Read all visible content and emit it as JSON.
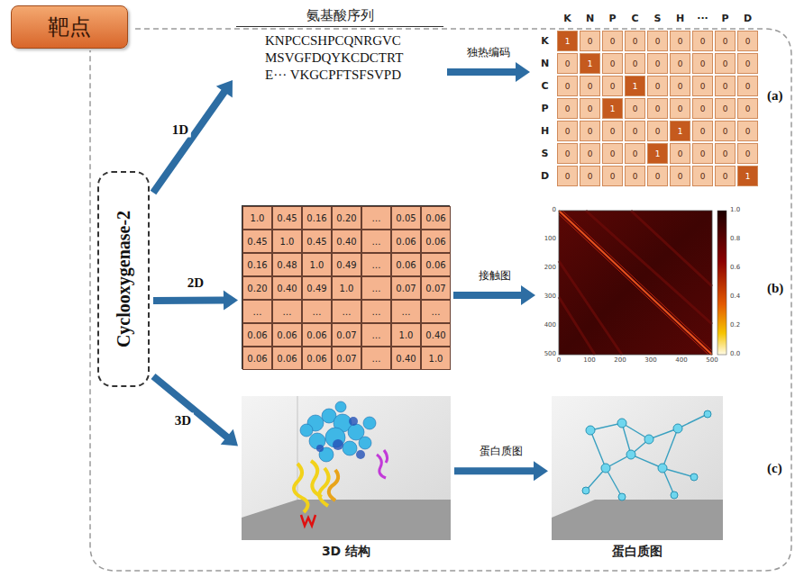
{
  "diagram": {
    "nodes": [
      {
        "text": [
          "靶点"
        ]
      },
      {
        "text": [
          "Cyclooxygenase-2"
        ]
      },
      {
        "text": [
          "氨基酸序列",
          "KNPCCSHPCQNRGVC MSVGFDQYKCDCTRT E··· VKGCPFTSFSVPD"
        ]
      },
      {
        "text": [
          "K",
          "N",
          "P",
          "C",
          "S",
          "H",
          "···",
          "P",
          "D",
          "K",
          "N",
          "C",
          "P",
          "H",
          "S",
          "D",
          "1",
          "0",
          "0",
          "0",
          "0",
          "0",
          "0",
          "0",
          "0",
          "0",
          "1",
          "0",
          "0",
          "0",
          "0",
          "0",
          "0",
          "0",
          "0",
          "0",
          "0",
          "1",
          "0",
          "0",
          "0",
          "0",
          "0",
          "0",
          "0",
          "1",
          "0",
          "0",
          "0",
          "0",
          "0",
          "0",
          "0",
          "0",
          "0",
          "0",
          "0",
          "1",
          "0",
          "0",
          "0",
          "0",
          "0",
          "0",
          "0",
          "1",
          "0",
          "0",
          "0",
          "0",
          "0",
          "0",
          "0",
          "0",
          "0",
          "0",
          "0",
          "0",
          "1"
        ]
      },
      {
        "text": [
          "1.0",
          "0.45",
          "0.16",
          "0.20",
          "…",
          "0.05",
          "0.06",
          "0.45",
          "1.0",
          "0.45",
          "0.40",
          "…",
          "0.06",
          "0.06",
          "0.16",
          "0.48",
          "1.0",
          "0.49",
          "…",
          "0.06",
          "0.06",
          "0.20",
          "0.40",
          "0.49",
          "1.0",
          "…",
          "0.07",
          "0.07",
          "…",
          "…",
          "…",
          "…",
          "…",
          "…",
          "…",
          "0.06",
          "0.06",
          "0.06",
          "0.07",
          "…",
          "1.0",
          "0.40",
          "0.06",
          "0.06",
          "0.06",
          "0.07",
          "…",
          "0.40",
          "1.0"
        ]
      },
      {
        "text": [
          "0",
          "100",
          "200",
          "300",
          "400",
          "500",
          "0",
          "100",
          "200",
          "300",
          "400",
          "500",
          "1.0",
          "0.8",
          "0.6",
          "0.4",
          "0.2",
          "0.0"
        ]
      },
      {
        "text": [
          "3D 结构"
        ]
      },
      {
        "text": [
          "蛋白质图"
        ]
      }
    ],
    "edges": [
      {
        "from": 1,
        "to": 2,
        "label": "1D",
        "arrow": "to"
      },
      {
        "from": 1,
        "to": 4,
        "label": "2D",
        "arrow": "to"
      },
      {
        "from": 1,
        "to": 6,
        "label": "3D",
        "arrow": "to"
      },
      {
        "from": 2,
        "to": 3,
        "label": "独热编码",
        "arrow": "to"
      },
      {
        "from": 4,
        "to": 5,
        "label": "接触图",
        "arrow": "to"
      },
      {
        "from": 6,
        "to": 7,
        "label": "蛋白质图",
        "arrow": "to"
      }
    ],
    "labels": [
      "(a)",
      "(b)",
      "(c)"
    ]
  }
}
